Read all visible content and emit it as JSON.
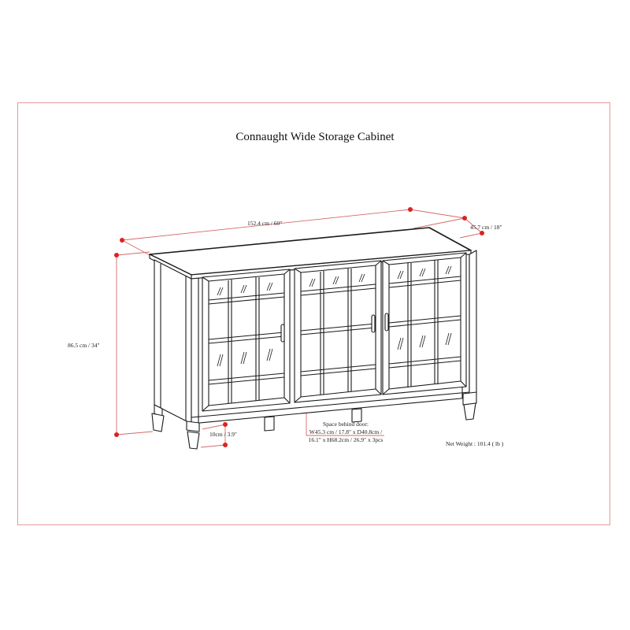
{
  "title": "Connaught Wide Storage Cabinet",
  "dimensions": {
    "width_label": "152.4 cm / 60\"",
    "depth_label": "45.7 cm / 18\"",
    "height_label": "86.5 cm / 34\"",
    "leg_clearance_label": "10cm / 3.9\""
  },
  "space_behind_door": {
    "heading": "Space behind door:",
    "line1": "W45.3 cm / 17.8\" x D40.8cm /",
    "line2": "16.1\" x H68.2cm / 26.9\" x 3pcs"
  },
  "net_weight": "Net Weight : 101.4 ( lb )",
  "colors": {
    "frame": "#e59a9a",
    "dimension_line": "#d46a6a",
    "dimension_dot": "#e02020",
    "drawing": "#1a1a1a"
  }
}
